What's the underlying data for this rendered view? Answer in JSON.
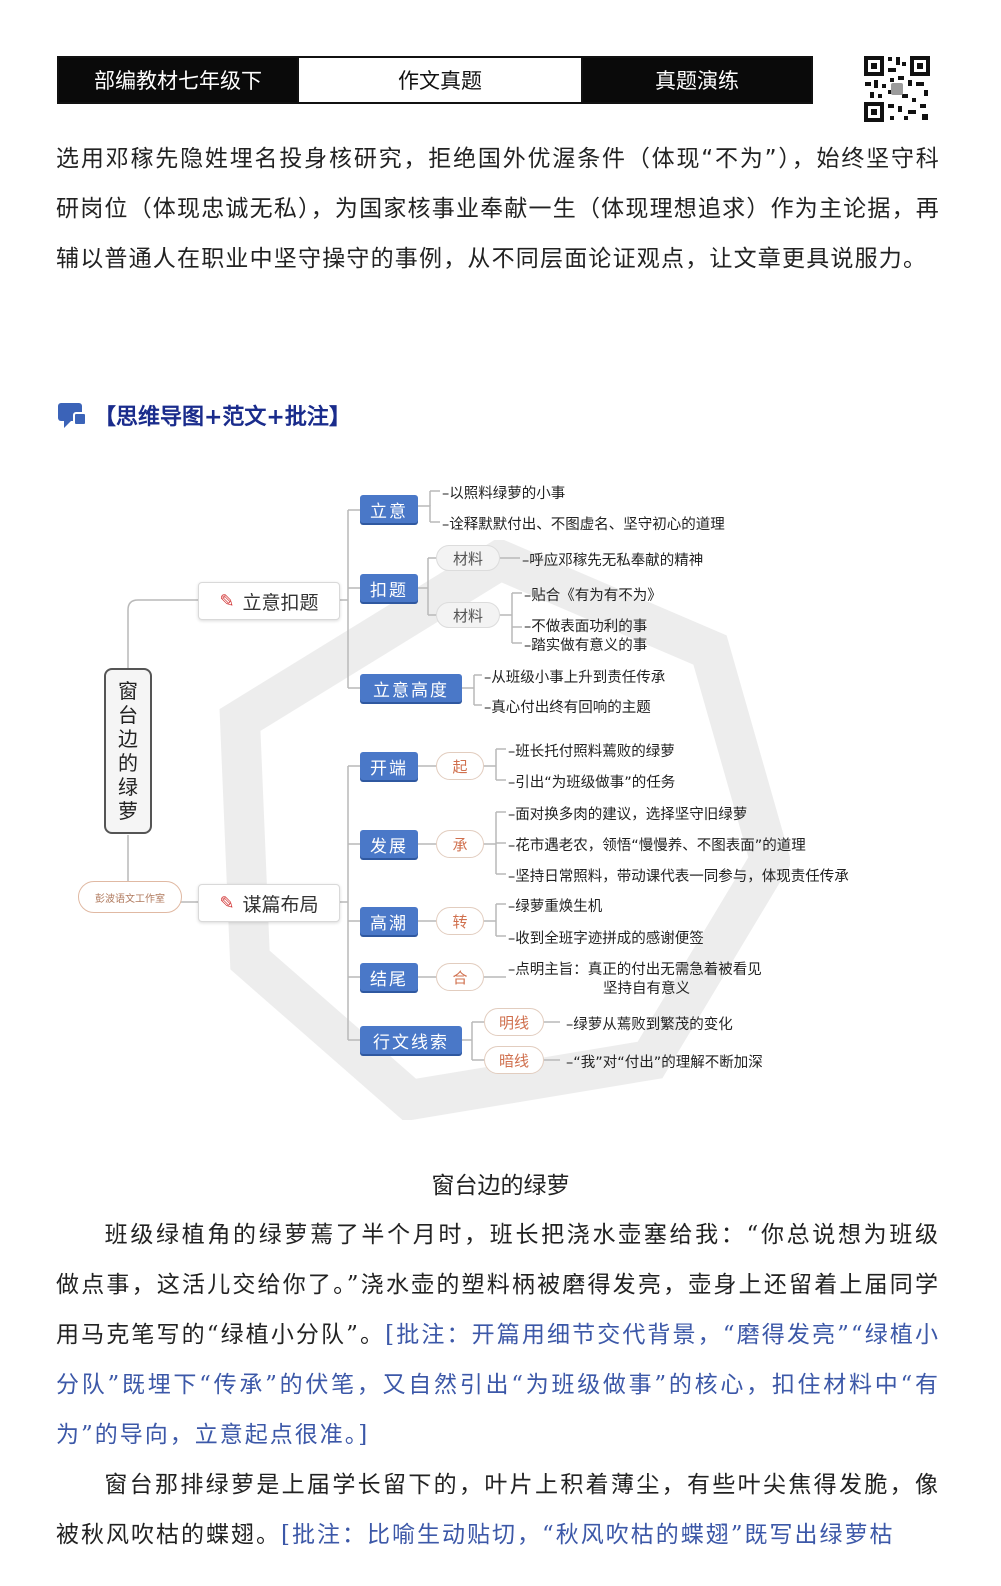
{
  "header": {
    "left": "部编教材七年级下",
    "center": "作文真题",
    "right": "真题演练",
    "qr_icon": "qr-code-icon"
  },
  "intro_paragraph": "选用邓稼先隐姓埋名投身核研究，拒绝国外优渥条件（体现“不为”），始终坚守科研岗位（体现忠诚无私），为国家核事业奉献一生（体现理想追求）作为主论据，再辅以普通人在职业中坚守操守的事例，从不同层面论证观点，让文章更具说服力。",
  "section_title": "【思维导图+范文+批注】",
  "mindmap": {
    "root": [
      "窗",
      "台",
      "边",
      "的",
      "绿",
      "萝"
    ],
    "studio": "彭波语文工作室",
    "cat1": "立意扣题",
    "cat2": "谋篇布局",
    "n_liyi": "立意",
    "n_kouti": "扣题",
    "n_gaodu": "立意高度",
    "n_kaiduan": "开端",
    "n_fazhan": "发展",
    "n_gaochao": "高潮",
    "n_jiewei": "结尾",
    "n_xianshuo": "行文线索",
    "cailiao1": "材料",
    "cailiao2": "材料",
    "qi": "起",
    "cheng": "承",
    "zhuan": "转",
    "he": "合",
    "mingxian": "明线",
    "anxian": "暗线",
    "l_liyi_1": "–以照料绿萝的小事",
    "l_liyi_2": "–诠释默默付出、不图虚名、坚守初心的道理",
    "l_cl1": "–呼应邓稼先无私奉献的精神",
    "l_cl2_1": "–贴合《有为有不为》",
    "l_cl2_2": "–不做表面功利的事",
    "l_cl2_3": "–踏实做有意义的事",
    "l_gd_1": "–从班级小事上升到责任传承",
    "l_gd_2": "–真心付出终有回响的主题",
    "l_qi_1": "–班长托付照料蔫败的绿萝",
    "l_qi_2": "–引出“为班级做事”的任务",
    "l_cheng_1": "–面对换多肉的建议，选择坚守旧绿萝",
    "l_cheng_2": "–花市遇老农，领悟“慢慢养、不图表面”的道理",
    "l_cheng_3": "–坚持日常照料，带动课代表一同参与，体现责任传承",
    "l_zhuan_1": "–绿萝重焕生机",
    "l_zhuan_2": "–收到全班字迹拼成的感谢便签",
    "l_he_1": "–点明主旨：真正的付出无需急着被看见",
    "l_he_2": "坚持自有意义",
    "l_ming": "–绿萝从蔫败到繁茂的变化",
    "l_an": "–“我”对“付出”的理解不断加深"
  },
  "essay_title": "窗台边的绿萝",
  "p2_text": "班级绿植角的绿萝蔫了半个月时，班长把浇水壶塞给我：“你总说想为班级做点事，这活儿交给你了。”浇水壶的塑料柄被磨得发亮，壶身上还留着上届同学用马克笔写的“绿植小分队”。",
  "p2_note": "[批注：开篇用细节交代背景，“磨得发亮”“绿植小分队”既埋下“传承”的伏笔，又自然引出“为班级做事”的核心，扣住材料中“有为”的导向，立意起点很准。]",
  "p3_text": "窗台那排绿萝是上届学长留下的，叶片上积着薄尘，有些叶尖焦得发脆，像被秋风吹枯的蝶翅。",
  "p3_note": "[批注：比喻生动贴切，“秋风吹枯的蝶翅”既写出绿萝枯",
  "colors": {
    "node_blue": "#4a78c8",
    "note_blue": "#3c58a8",
    "section_blue": "#1a2c8c",
    "accent_red": "#d43c3c"
  }
}
